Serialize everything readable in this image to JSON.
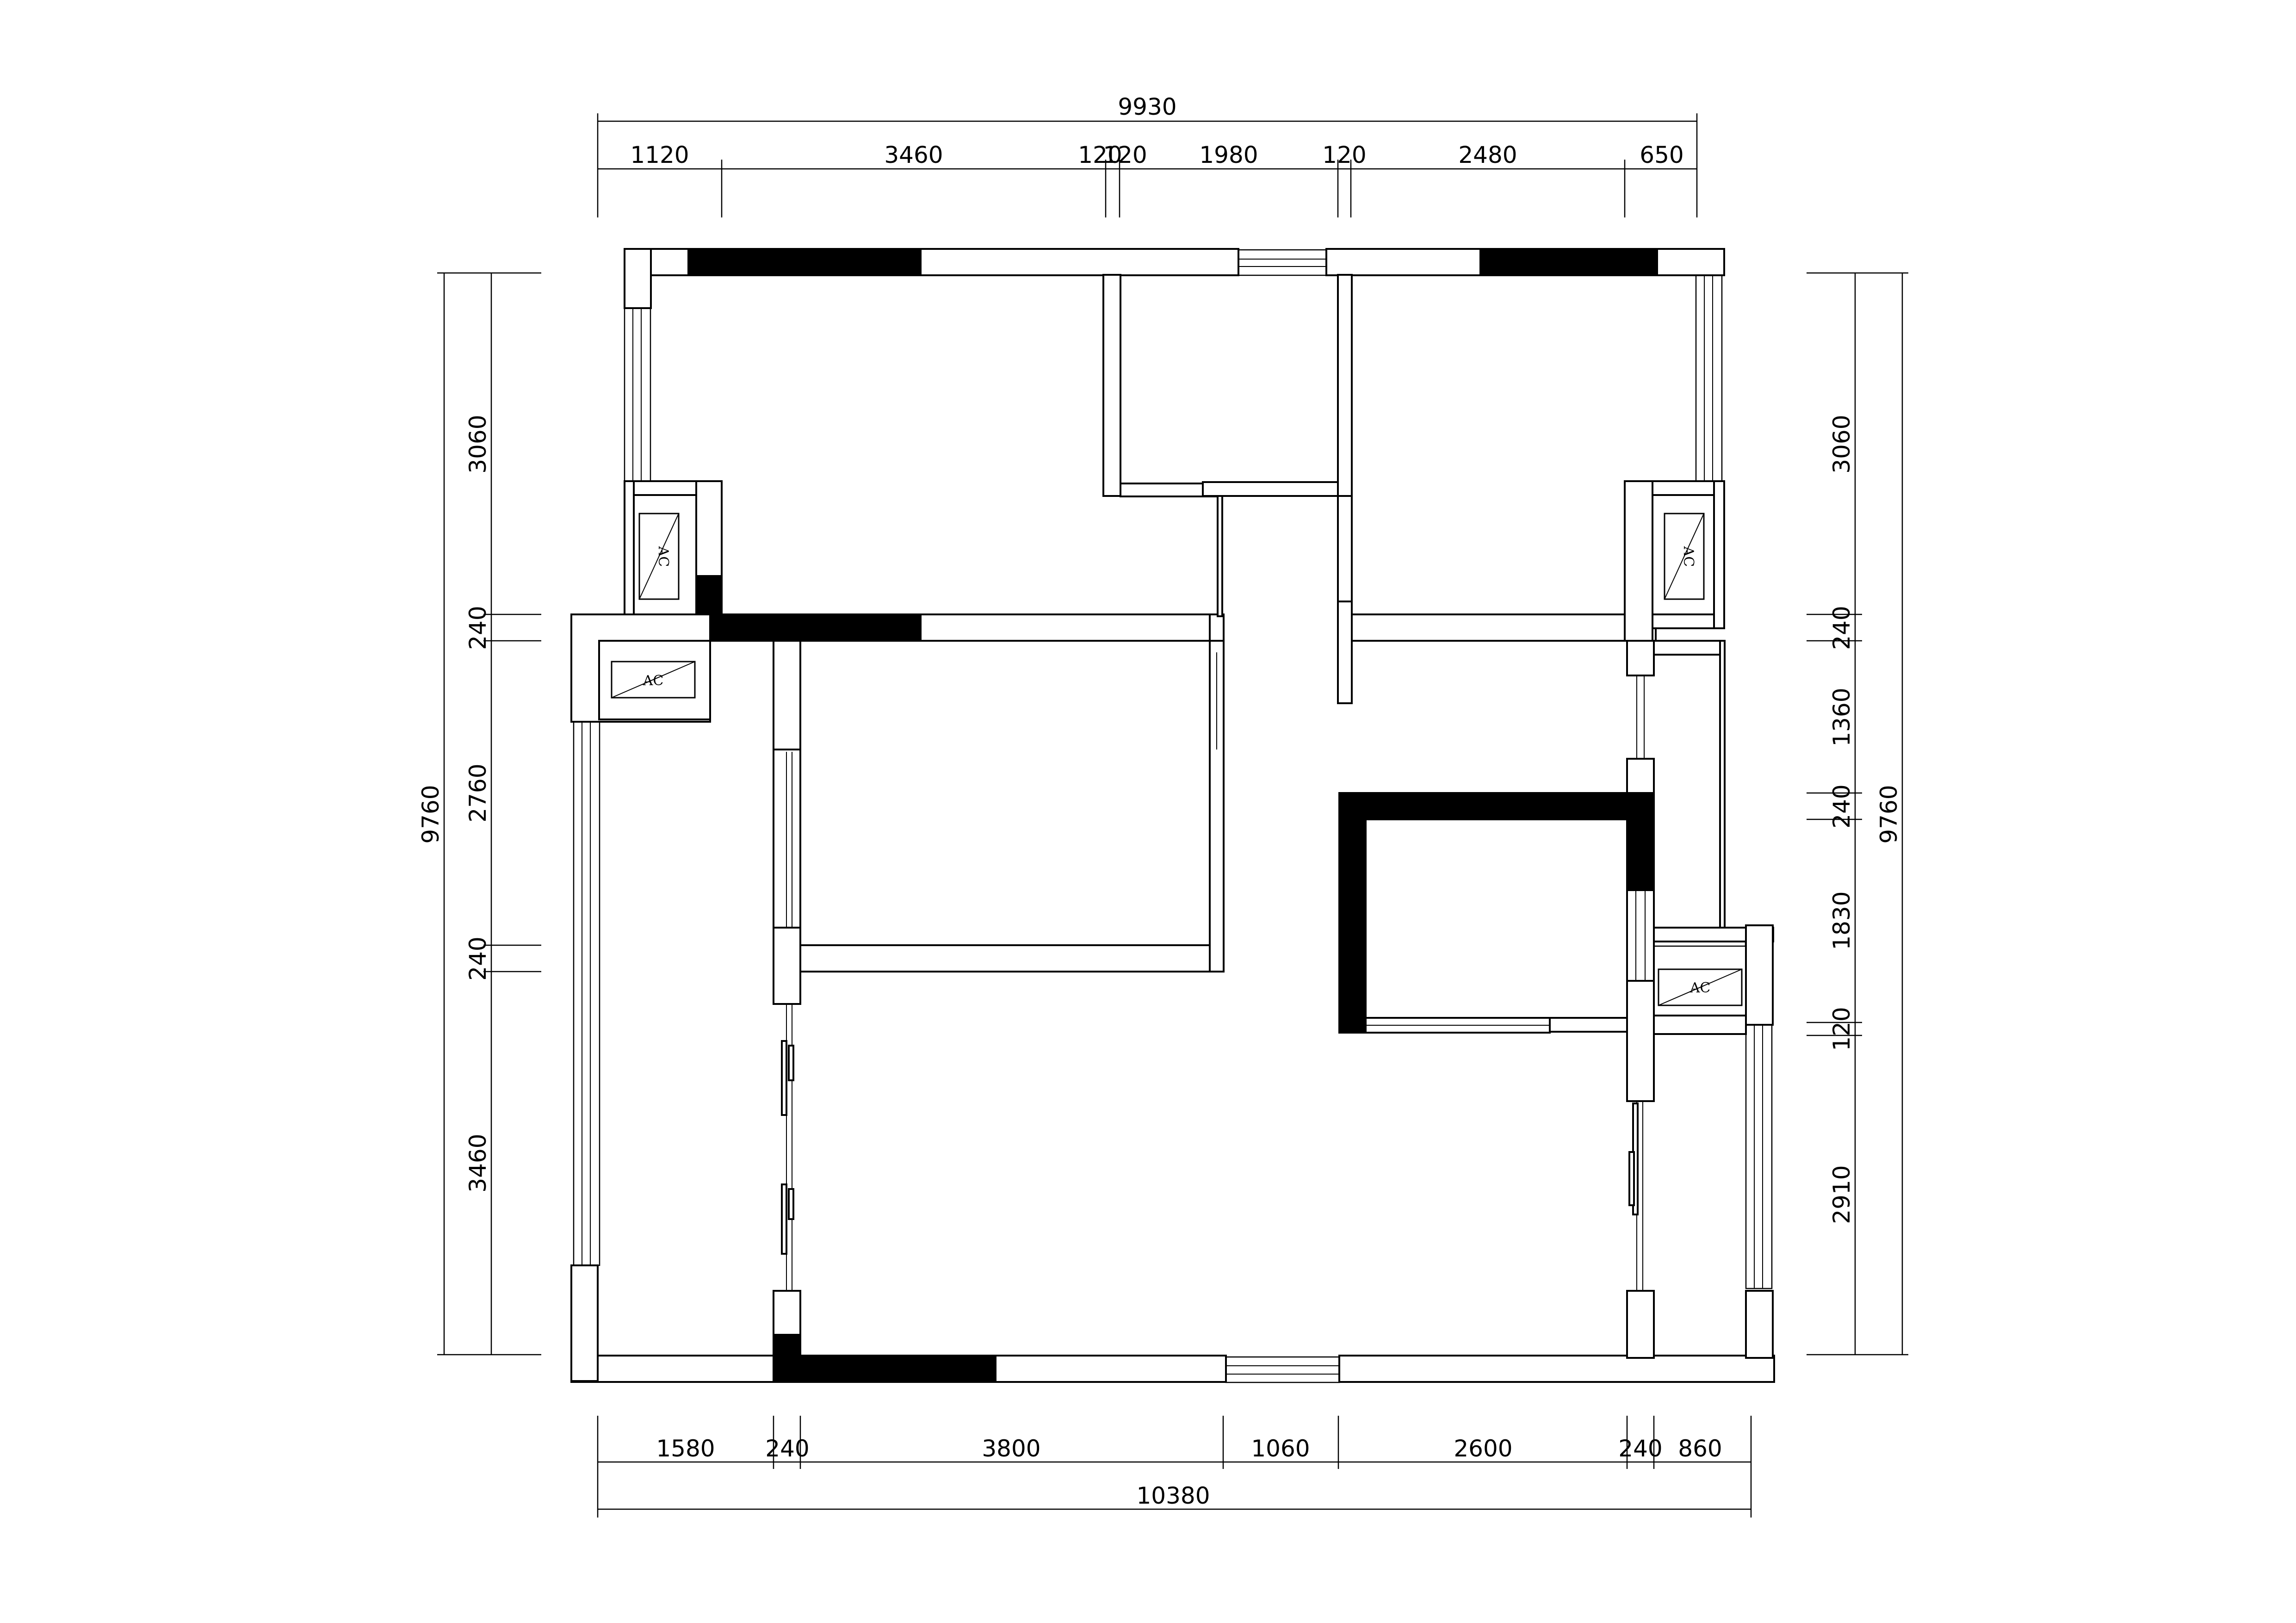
{
  "dimensions": {
    "top_total": "9930",
    "top": [
      "1120",
      "3460",
      "120",
      "120",
      "1980",
      "120",
      "2480",
      "650"
    ],
    "bottom_total": "10380",
    "bottom": [
      "1580",
      "240",
      "3800",
      "1060",
      "2600",
      "240",
      "860"
    ],
    "left_total": "9760",
    "left": [
      "3060",
      "240",
      "2760",
      "240",
      "3460"
    ],
    "right_total": "9760",
    "right": [
      "3060",
      "240",
      "1360",
      "240",
      "1830",
      "120",
      "2910"
    ]
  },
  "ac_units": [
    "AC",
    "AC",
    "AC",
    "AC"
  ]
}
